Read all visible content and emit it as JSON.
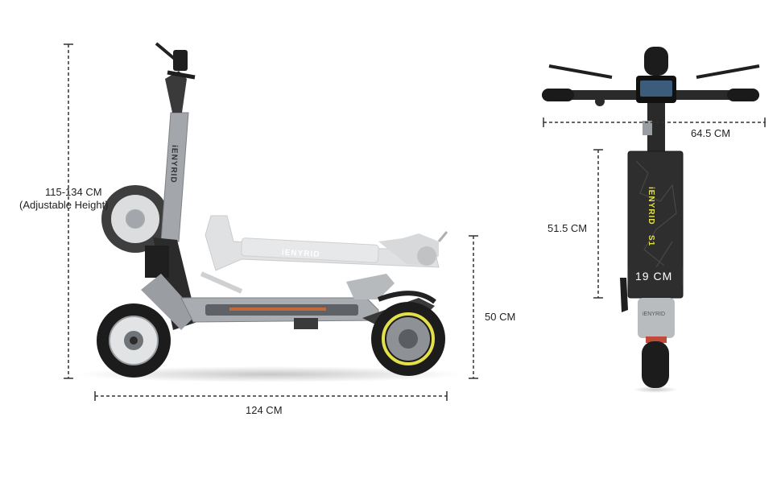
{
  "brand": "iENYRID",
  "deck_model": "S1",
  "colors": {
    "frame": "#9a9ea2",
    "frame_dark": "#6f7478",
    "tire": "#1c1c1c",
    "accent": "#e3e04a",
    "deck": "#2e2e2e",
    "dim_line": "#333333"
  },
  "dimensions": {
    "height": {
      "line1": "115-134 CM",
      "line2": "(Adjustable Height)"
    },
    "length": "124 CM",
    "folded_height": "50 CM",
    "handlebar_width": "64.5 CM",
    "deck_length": "51.5 CM",
    "deck_width": "19 CM"
  }
}
